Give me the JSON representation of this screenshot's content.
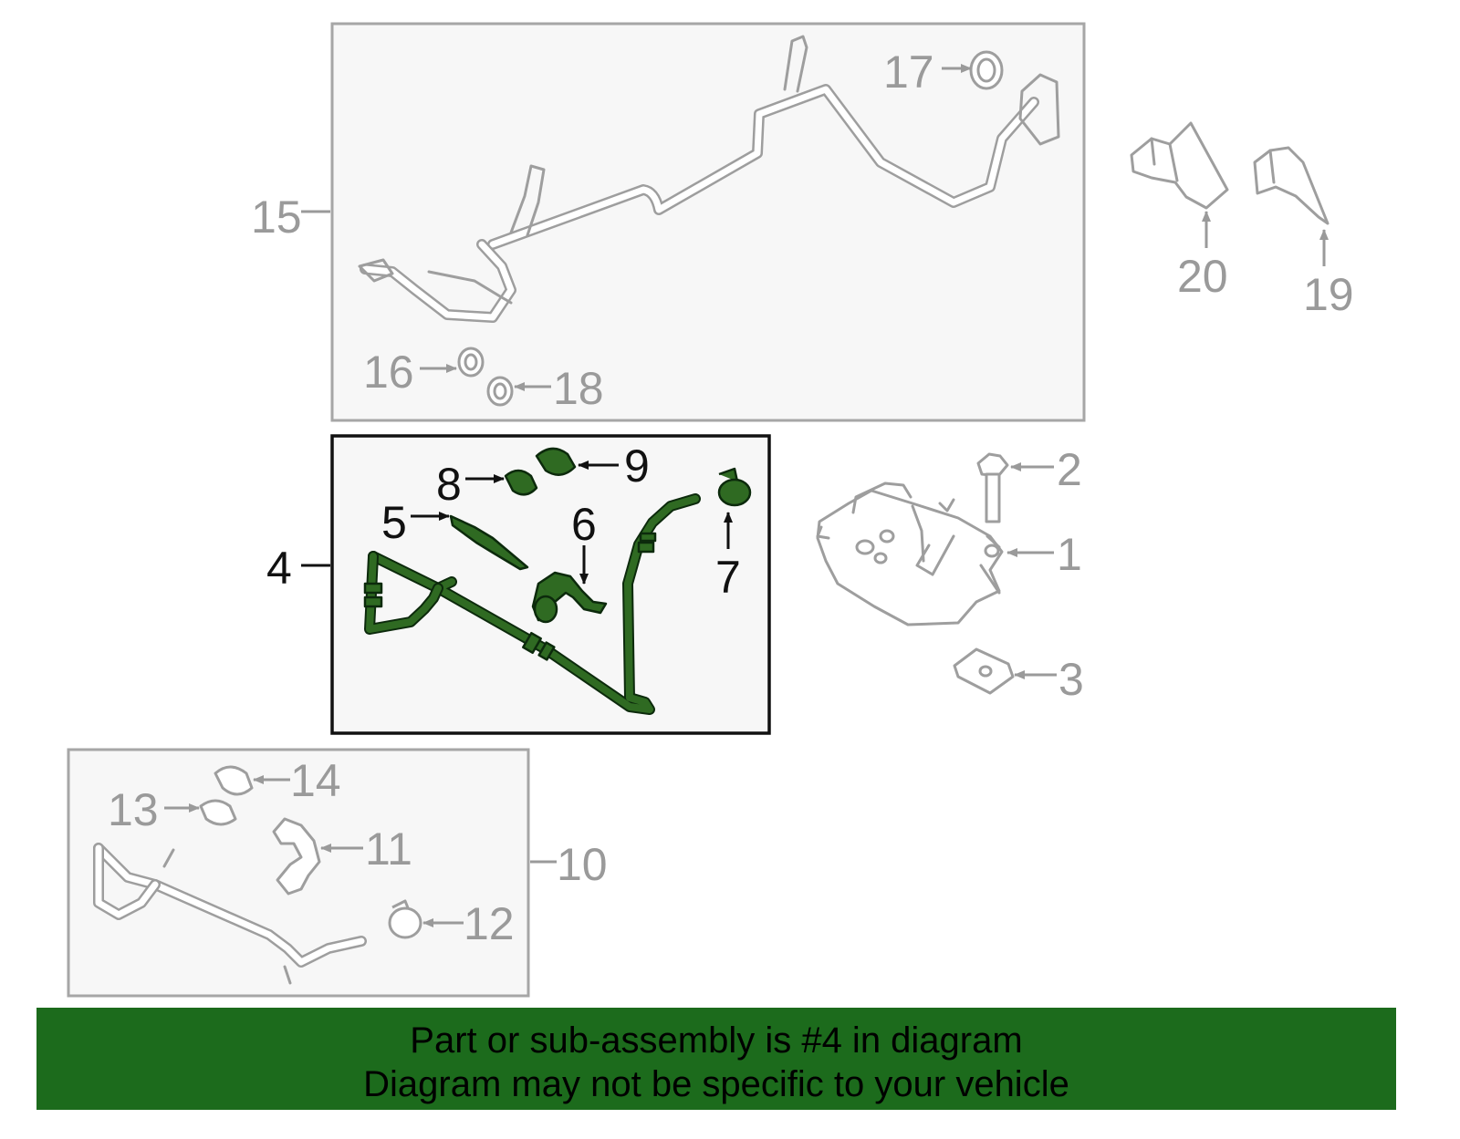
{
  "callouts": {
    "c1": "1",
    "c2": "2",
    "c3": "3",
    "c4": "4",
    "c5": "5",
    "c6": "6",
    "c7": "7",
    "c8": "8",
    "c9": "9",
    "c10": "10",
    "c11": "11",
    "c12": "12",
    "c13": "13",
    "c14": "14",
    "c15": "15",
    "c16": "16",
    "c17": "17",
    "c18": "18",
    "c19": "19",
    "c20": "20"
  },
  "highlighted_part": "4",
  "colors": {
    "highlight_part": "#2f6a22",
    "banner_background": "#1c6b1c",
    "inactive_lines": "#9e9e9e",
    "active_lines": "#111111"
  },
  "banner": {
    "line1": "Part or sub-assembly is #4 in diagram",
    "line2": "Diagram may not be specific to your vehicle"
  }
}
